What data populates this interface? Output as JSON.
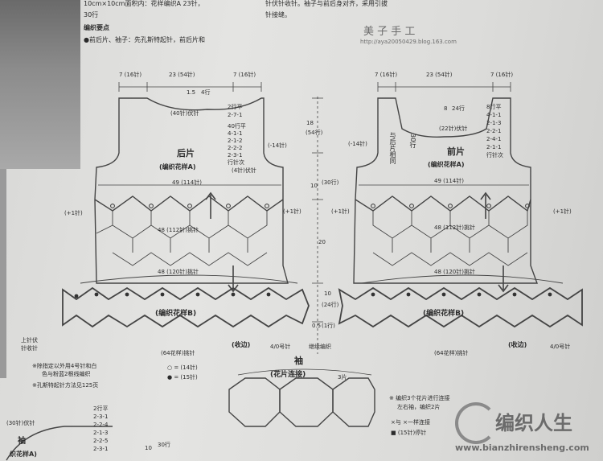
{
  "header": {
    "gauge_line1": "10cm×10cm面积内：花样编织A 23针，",
    "gauge_line2": "30行",
    "knit_points": "编织要点",
    "knit_points_bullet": "●前后片、袖子：先孔斯特起针，前后片和",
    "right_line1": "针伏针收针。袖子与前后身对齐，采用引拔",
    "right_line2": "针接缝。"
  },
  "watermark_top": {
    "brand": "美 子 手 工",
    "url": "http://aya20050429.blog.163.com"
  },
  "back_piece": {
    "top_dims": [
      "7 (16针)",
      "23 (54针)",
      "7 (16针)"
    ],
    "neck": "(40针)伏针",
    "neck_depth": [
      "1.5",
      "4行"
    ],
    "shoulder_rows": [
      "2行平",
      "2-7-1"
    ],
    "armhole_rows": [
      "40行平",
      "4-1-1",
      "2-1-2",
      "2-2-2",
      "2-3-1",
      "行针次"
    ],
    "cast_off": "(4针)伏针",
    "side_dec": "(-14针)",
    "title": "后片",
    "pattern": "(编织花样A)",
    "width1": "49 (114针)",
    "inc_left": "(+1针)",
    "inc_right": "(+1针)",
    "pick1": "48 (112针)挑针",
    "pick2": "48 (120针)挑针",
    "pattern_b": "(编织花样B)",
    "bottom_count": "(64花样)挑针",
    "edge": "(收边)",
    "needle": "4/0号针"
  },
  "center_dims": {
    "d18": "18",
    "r54": "(54行)",
    "d10": "10",
    "r30": "(30行)",
    "d20": "20",
    "d10b": "10",
    "r24": "(24行)",
    "d05": "0.5",
    "r1": "(1行)",
    "join": "继续编织"
  },
  "front_piece": {
    "top_dims": [
      "7 (16针)",
      "23 (54针)",
      "7 (16针)"
    ],
    "neck_depth": [
      "8",
      "24行"
    ],
    "neck": "(22针)伏针",
    "neck_rows": [
      "8行平",
      "4-1-1",
      "2-1-3",
      "2-2-1",
      "2-4-1",
      "2-1-1",
      "行针次"
    ],
    "side_dec": "(-14针)",
    "same_as_back": "与后片相同",
    "depth30": "30行",
    "title": "前片",
    "pattern": "(编织花样A)",
    "width1": "49 (114针)",
    "inc_left": "(+1针)",
    "inc_right": "(+1针)",
    "pick1": "48 (112针)挑针",
    "pick2": "48 (120针)挑针",
    "pattern_b": "(编织花样B)",
    "bottom_count": "(64花样)挑针",
    "edge": "(收边)",
    "needle": "4/0号针"
  },
  "left_notes": {
    "top_cast": "上针伏",
    "top_cast2": "针收针",
    "note1": "※除指定以外用4号针和白",
    "note2": "色与粉蓝2根线编织",
    "circle_white": "○ = (14针)",
    "circle_black": "● = (15针)",
    "note3": "※孔斯特起针方法见125页",
    "bottom_cast": "(30针)伏针",
    "rows": [
      "2行平",
      "2-3-1",
      "2-2-4",
      "2-1-3",
      "2-2-5",
      "2-3-1"
    ],
    "sleeve": "袖",
    "sleeve_pattern": "织花样A)",
    "d10": "10",
    "r30": "30行"
  },
  "sleeve": {
    "title": "袖",
    "subtitle": "(花片连接)",
    "pieces": "3片",
    "note1": "※ 编织3个花片进行连接",
    "note2": "左右袖，编织2片",
    "note3": "×与 ×一样连接",
    "note4": "■ (15针)停针"
  },
  "watermark_bottom": {
    "brand": "编织人生",
    "url": "www.bianzhirensheng.com"
  }
}
